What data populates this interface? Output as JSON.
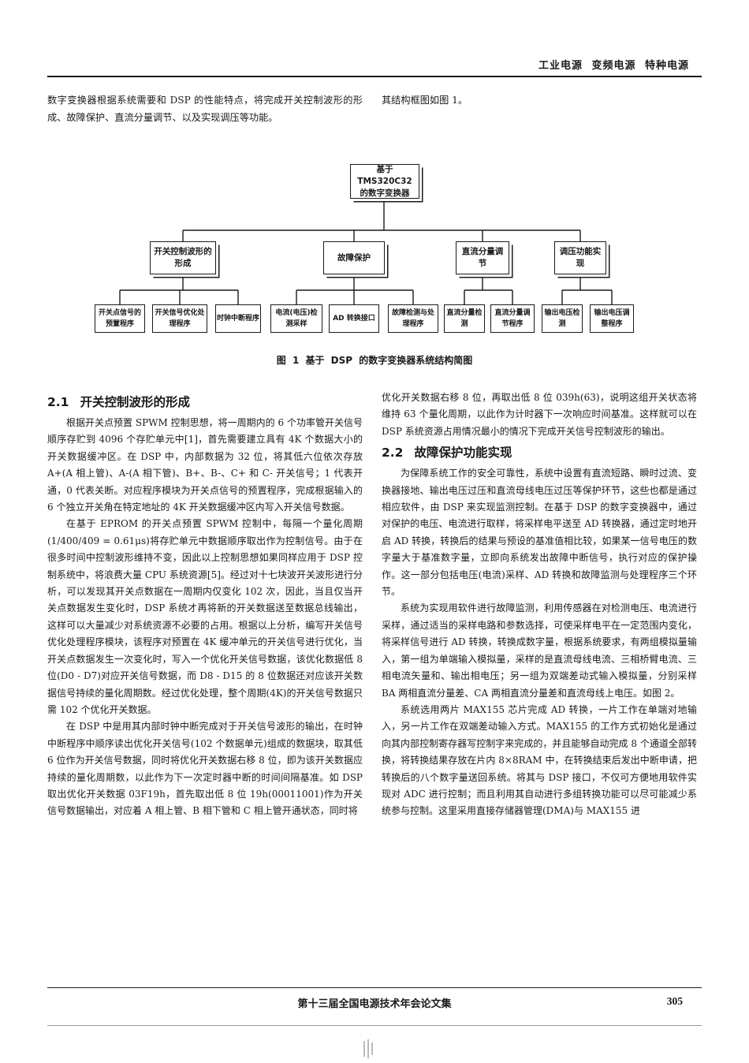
{
  "header": {
    "running_title": "工业电源 变频电源 特种电源"
  },
  "intro": {
    "left": "数字变换器根据系统需要和 DSP 的性能特点，将完成开关控制波形的形成、故障保护、直流分量调节、以及实现调压等功能。",
    "right": "其结构框图如图 1。"
  },
  "figure": {
    "root": "基于 TMS320C32 的数字变换器",
    "groups": [
      {
        "label": "开关控制波形的形成",
        "leaves": [
          "开关点信号的预置程序",
          "开关信号优化处理程序",
          "时钟中断程序"
        ]
      },
      {
        "label": "故障保护",
        "leaves": [
          "电流(电压)检测采样",
          "AD 转换接口",
          "故障检测与处理程序"
        ]
      },
      {
        "label": "直流分量调节",
        "leaves": [
          "直流分量检测",
          "直流分量调节程序"
        ]
      },
      {
        "label": "调压功能实现",
        "leaves": [
          "输出电压检测",
          "输出电压调整程序"
        ]
      }
    ],
    "caption": "图 1 基于 DSP 的数字变换器系统结构简图"
  },
  "sections": {
    "s21": {
      "num": "2.1",
      "title": "开关控制波形的形成",
      "p1": "根据开关点预置 SPWM 控制思想，将一周期内的 6 个功率管开关信号顺序存贮到 4096 个存贮单元中[1]，首先需要建立具有 4K 个数据大小的开关数据缓冲区。在 DSP 中，内部数据为 32 位，将其低六位依次存放 A+(A 相上管)、A-(A 相下管)、B+、B-、C+ 和 C- 开关信号；1 代表开通，0 代表关断。对应程序模块为开关点信号的预置程序，完成根据输入的 6 个独立开关角在特定地址的 4K 开关数据缓冲区内写入开关信号数据。",
      "p2": "在基于 EPROM 的开关点预置 SPWM 控制中，每隔一个量化周期(1/400/409 = 0.61μs)将存贮单元中数据顺序取出作为控制信号。由于在很多时间中控制波形维持不变，因此以上控制思想如果同样应用于 DSP 控制系统中，将浪费大量 CPU 系统资源[5]。经过对十七块波开关波形进行分析，可以发现其开关点数据在一周期内仅变化 102 次，因此，当且仅当开关点数据发生变化时，DSP 系统才再将新的开关数据送至数据总线输出，这样可以大量减少对系统资源不必要的占用。根据以上分析，编写开关信号优化处理程序模块，该程序对预置在 4K 缓冲单元的开关信号进行优化，当开关点数据发生一次变化时，写入一个优化开关信号数据，该优化数据低 8 位(D0 - D7)对应开关信号数据，而 D8 - D15 的 8 位数据还对应该开关数据信号持续的量化周期数。经过优化处理，整个周期(4K)的开关信号数据只需 102 个优化开关数据。",
      "p3": "在 DSP 中是用其内部时钟中断完成对于开关信号波形的输出，在时钟中断程序中顺序读出优化开关信号(102 个数据单元)组成的数据块，取其低 6 位作为开关信号数据，同时将优化开关数据右移 8 位，即为该开关数据应持续的量化周期数，以此作为下一次定时器中断的时间间隔基准。如 DSP 取出优化开关数据 03F19h，首先取出低 8 位 19h(00011001)作为开关信号数据输出，对应着 A 相上管、B 相下管和 C 相上管开通状态，同时将"
    },
    "s21_cont": "优化开关数据右移 8 位，再取出低 8 位 039h(63)，说明这组开关状态将维持 63 个量化周期，以此作为计时器下一次响应时间基准。这样就可以在 DSP 系统资源占用情况最小的情况下完成开关信号控制波形的输出。",
    "s22": {
      "num": "2.2",
      "title": "故障保护功能实现",
      "p1": "为保障系统工作的安全可靠性，系统中设置有直流短路、瞬时过流、变换器接地、输出电压过压和直流母线电压过压等保护环节，这些也都是通过相应软件，由 DSP 来实现监测控制。在基于 DSP 的数字变换器中，通过对保护的电压、电流进行取样，将采样电平送至 AD 转换器，通过定时地开启 AD 转换，转换后的结果与预设的基准值相比较，如果某一信号电压的数字量大于基准数字量，立即向系统发出故障中断信号，执行对应的保护操作。这一部分包括电压(电流)采样、AD 转换和故障监测与处理程序三个环节。",
      "p2": "系统为实现用软件进行故障监测，利用传感器在对检测电压、电流进行采样，通过适当的采样电路和参数选择，可使采样电平在一定范围内变化，将采样信号进行 AD 转换，转换成数字量，根据系统要求，有两组模拟量输入，第一组为单端输入模拟量，采样的是直流母线电流、三相桥臂电流、三相电流矢量和、输出相电压；另一组为双端差动式输入模拟量，分别采样 BA 两相直流分量差、CA 两相直流分量差和直流母线上电压。如图 2。",
      "p3": "系统选用两片 MAX155 芯片完成 AD 转换，一片工作在单端对地输入，另一片工作在双端差动输入方式。MAX155 的工作方式初始化是通过向其内部控制寄存器写控制字来完成的，并且能够自动完成 8 个通道全部转换，将转换结果存放在片内 8×8RAM 中，在转换结束后发出中断申请，把转换后的八个数字量送回系统。将其与 DSP 接口，不仅可方便地用软件实现对 ADC 进行控制；而且利用其自动进行多组转换功能可以尽可能减少系统参与控制。这里采用直接存储器管理(DMA)与 MAX155 进"
    }
  },
  "footer": {
    "proceedings": "第十三届全国电源技术年会论文集",
    "page_number": "305"
  }
}
